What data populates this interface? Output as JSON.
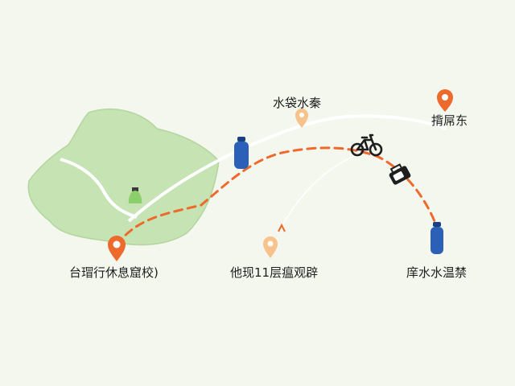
{
  "colors": {
    "background": "#f3f7ee",
    "land": "#c6e3b4",
    "land_stroke": "#b3d59e",
    "road": "#ffffff",
    "route": "#ee6a2c",
    "pin_primary": "#ee6a2c",
    "pin_secondary": "#f6c38d",
    "bottle": "#2c5fb8",
    "bottle_dark": "#1a3f82",
    "camp": "#8bcf6a",
    "text": "#1e1e1e"
  },
  "labels": {
    "start": "台瑁行休息窟校)",
    "middle": "他现11层瘟观辟",
    "end": "庠水水温禁",
    "top_center": "水袋水秦",
    "top_right": "揹屌东"
  },
  "icons": {
    "start_pin": "map-pin-icon",
    "middle_pin": "map-pin-icon",
    "top_center_pin": "map-pin-icon",
    "top_right_pin": "map-pin-icon",
    "bottle_left": "water-bottle-icon",
    "bottle_right": "water-bottle-icon",
    "bicycle": "bicycle-icon",
    "bag": "bag-icon",
    "campsite": "campsite-icon"
  }
}
